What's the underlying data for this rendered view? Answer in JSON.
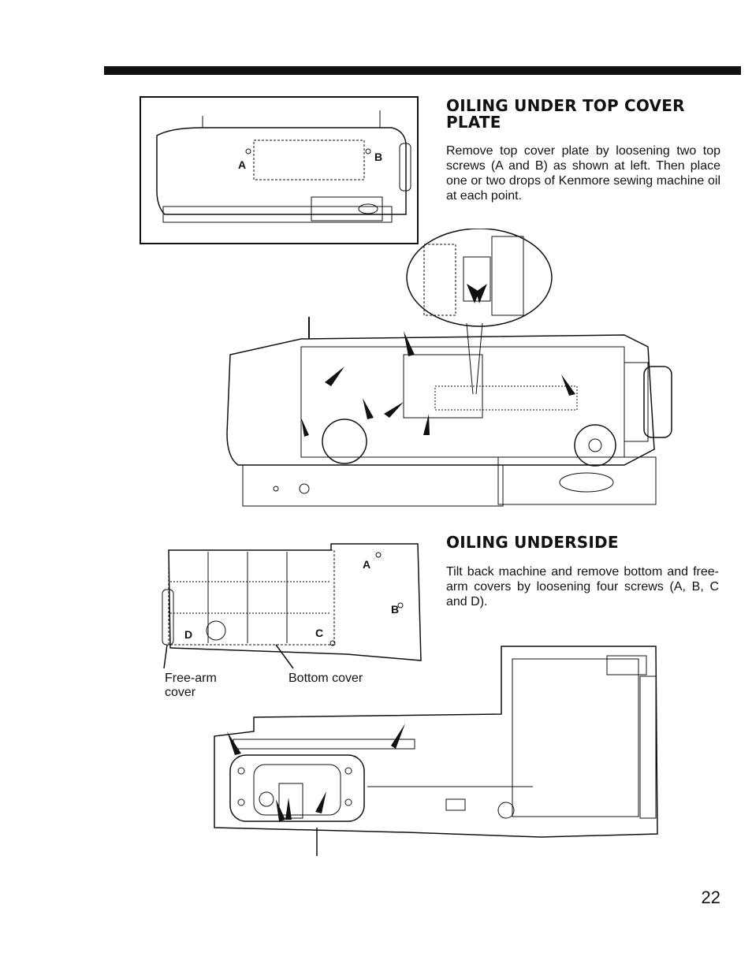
{
  "section1": {
    "title_line1": "OILING UNDER TOP COVER",
    "title_line2": "PLATE",
    "body": "Remove top cover plate by loosening two top screws (A and B) as shown at left. Then place one or two drops of Kenmore sewing machine oil at each point."
  },
  "section2": {
    "title": "OILING UNDERSIDE",
    "body": "Tilt back machine and remove bottom and free-arm covers by loosening four screws (A, B, C and D)."
  },
  "figure_top": {
    "label_a": "A",
    "label_b": "B"
  },
  "figure_covers": {
    "label_a": "A",
    "label_b": "B",
    "label_c": "C",
    "label_d": "D",
    "free_arm_label_line1": "Free-arm",
    "free_arm_label_line2": "cover",
    "bottom_cover_label": "Bottom cover"
  },
  "page_number": "22",
  "colors": {
    "ink": "#111111",
    "paper": "#ffffff"
  }
}
